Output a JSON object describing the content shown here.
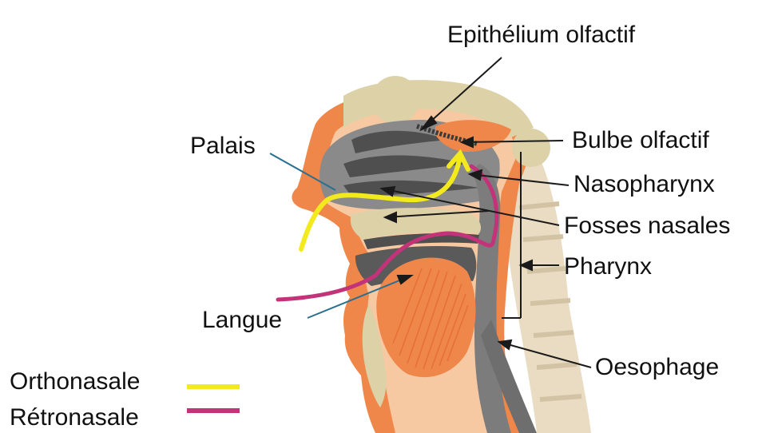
{
  "labels": {
    "epithelium": "Epithélium olfactif",
    "bulbe": "Bulbe olfactif",
    "nasopharynx": "Nasopharynx",
    "fosses": "Fosses nasales",
    "pharynx": "Pharynx",
    "oesophage": "Oesophage",
    "palais": "Palais",
    "langue": "Langue"
  },
  "legend": [
    {
      "label": "Orthonasale",
      "color": "#f2ea1c"
    },
    {
      "label": "Rétronasale",
      "color": "#c2337a"
    }
  ],
  "colors": {
    "skin": "#f0874a",
    "skin_light": "#f6c9a2",
    "cavity": "#8a8a8a",
    "turbinate": "#4f4f4f",
    "bone": "#ddd1a8",
    "vertebra": "#e9dcc3",
    "line": "#1a1a1a"
  }
}
